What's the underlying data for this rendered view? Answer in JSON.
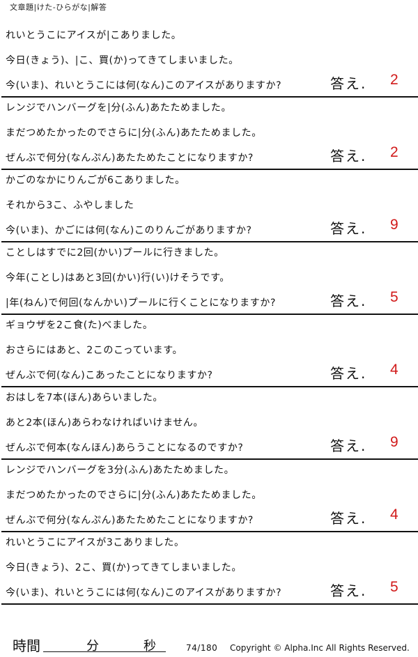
{
  "header": {
    "title": "文章題|けた-ひらがな|解答"
  },
  "answer_label": "答え.",
  "answer_color": "#d11a1a",
  "problems": [
    {
      "lines": [
        "れいとうこにアイスが|こありました。",
        "今日(きょう)、|こ、買(か)ってきてしまいました。",
        "今(いま)、れいとうこには何(なん)このアイスがありますか?"
      ],
      "answer": "2"
    },
    {
      "lines": [
        "レンジでハンバーグを|分(ふん)あたためました。",
        "まだつめたかったのでさらに|分(ふん)あたためました。",
        "ぜんぶで何分(なんぷん)あたためたことになりますか?"
      ],
      "answer": "2"
    },
    {
      "lines": [
        "かごのなかにりんごが6こありました。",
        "それから3こ、ふやしました",
        "今(いま)、かごには何(なん)このりんごがありますか?"
      ],
      "answer": "9"
    },
    {
      "lines": [
        "ことしはすでに2回(かい)プールに行きました。",
        "今年(ことし)はあと3回(かい)行(い)けそうです。",
        "|年(ねん)で何回(なんかい)プールに行くことになりますか?"
      ],
      "answer": "5"
    },
    {
      "lines": [
        "ギョウザを2こ食(た)べました。",
        "おさらにはあと、2このこっています。",
        "ぜんぶで何(なん)こあったことになりますか?"
      ],
      "answer": "4"
    },
    {
      "lines": [
        "おはしを7本(ほん)あらいました。",
        "あと2本(ほん)あらわなければいけません。",
        "ぜんぶで何本(なんほん)あらうことになるのですか?"
      ],
      "answer": "9"
    },
    {
      "lines": [
        "レンジでハンバーグを3分(ふん)あたためました。",
        "まだつめたかったのでさらに|分(ふん)あたためました。",
        "ぜんぶで何分(なんぷん)あたためたことになりますか?"
      ],
      "answer": "4"
    },
    {
      "lines": [
        "れいとうこにアイスが3こありました。",
        "今日(きょう)、2こ、買(か)ってきてしまいました。",
        "今(いま)、れいとうこには何(なん)このアイスがありますか?"
      ],
      "answer": "5"
    }
  ],
  "footer": {
    "time_label": "時間",
    "minutes_label": "分",
    "seconds_label": "秒",
    "page": "74/180",
    "copyright": "Copyright © Alpha.Inc All Rights Reserved."
  }
}
